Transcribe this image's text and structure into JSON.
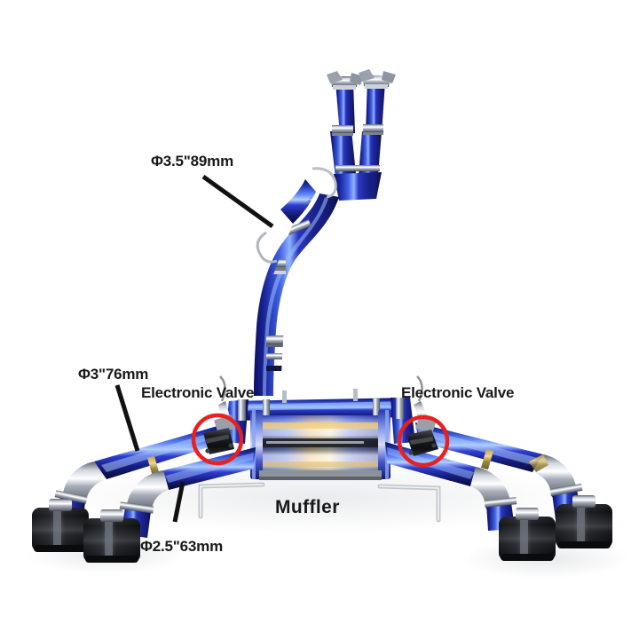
{
  "product": {
    "title": "Titanium Catback Exhaust System Diagram",
    "background_color": "#ffffff"
  },
  "annotations": {
    "pipe_main_diameter": "Φ3.5\"89mm",
    "pipe_mid_diameter": "Φ3\"76mm",
    "pipe_tip_diameter": "Φ2.5\"63mm",
    "valve_left": "Electronic Valve",
    "valve_right": "Electronic Valve",
    "muffler": "Muffler"
  },
  "colors": {
    "titanium_blue_dark": "#10188c",
    "titanium_blue": "#2233c8",
    "titanium_blue_light": "#4b6ff0",
    "titanium_highlight": "#a9c6ff",
    "chrome": "#c9cdd4",
    "chrome_light": "#f2f4f7",
    "carbon_black": "#1b1b1d",
    "heat_gold": "#e0a83c",
    "heat_amber": "#f4d77a",
    "highlight_ring": "#e8201e",
    "leader_line": "#111111",
    "text": "#191919"
  },
  "components": [
    {
      "name": "front-pipe-left",
      "type": "pipe",
      "finish": "titanium-blue"
    },
    {
      "name": "front-pipe-right",
      "type": "pipe",
      "finish": "titanium-blue"
    },
    {
      "name": "mid-pipe",
      "type": "pipe",
      "finish": "titanium-blue"
    },
    {
      "name": "x-pipe-junction",
      "type": "junction",
      "finish": "titanium-blue"
    },
    {
      "name": "muffler-box",
      "type": "muffler",
      "finish": "heat-tinted-titanium"
    },
    {
      "name": "electronic-valve-left",
      "type": "actuator",
      "finish": "black"
    },
    {
      "name": "electronic-valve-right",
      "type": "actuator",
      "finish": "black"
    },
    {
      "name": "exhaust-tip-1",
      "type": "tip",
      "finish": "carbon-fiber"
    },
    {
      "name": "exhaust-tip-2",
      "type": "tip",
      "finish": "carbon-fiber"
    },
    {
      "name": "exhaust-tip-3",
      "type": "tip",
      "finish": "carbon-fiber"
    },
    {
      "name": "exhaust-tip-4",
      "type": "tip",
      "finish": "carbon-fiber"
    },
    {
      "name": "hanger-rod-left",
      "type": "hanger",
      "finish": "chrome"
    },
    {
      "name": "hanger-rod-right",
      "type": "hanger",
      "finish": "chrome"
    }
  ]
}
